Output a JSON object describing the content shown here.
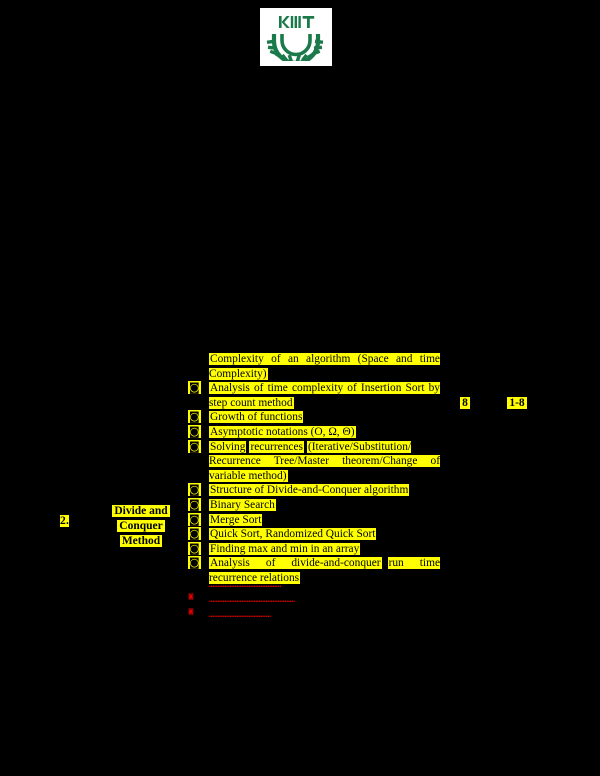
{
  "page": {
    "background_color": "#000000",
    "highlight_color": "#ffff00",
    "text_color": "#000000",
    "annotation_color": "#ee0000"
  },
  "logo": {
    "name": "KIIT",
    "wordmark": "KIIT",
    "color": "#1a7a4a",
    "background": "#ffffff"
  },
  "module": {
    "serial": "2.",
    "title_line1": "Divide and",
    "title_line2": "Conquer",
    "title_line3": "Method",
    "hours": "8",
    "chapter": "1-8"
  },
  "topics": [
    {
      "bullet": "",
      "has_bullet": false,
      "text": "Complexity of an algorithm (Space and time Complexity)"
    },
    {
      "bullet": "◙",
      "has_bullet": true,
      "text": "Analysis of time complexity of Insertion Sort by step count method"
    },
    {
      "bullet": "◙",
      "has_bullet": true,
      "text": "Growth of functions"
    },
    {
      "bullet": "◙",
      "has_bullet": true,
      "text": "Asymptotic notations (O, Ω, Θ)"
    },
    {
      "bullet": "◙",
      "has_bullet": true,
      "text_part1": "Solving",
      "text_part2": "recurrences",
      "text_part3": "(Iterative/Substitution/ Recurrence Tree/Master theorem/Change of variable method)",
      "text": "Solving recurrences (Iterative/Substitution/ Recurrence Tree/Master theorem/Change of variable method)"
    },
    {
      "bullet": "◙",
      "has_bullet": true,
      "text": "Structure of Divide-and-Conquer  algorithm"
    },
    {
      "bullet": "◙",
      "has_bullet": true,
      "text": "Binary Search"
    },
    {
      "bullet": "◙",
      "has_bullet": true,
      "text": "Merge Sort"
    },
    {
      "bullet": "◙",
      "has_bullet": true,
      "text": "Quick Sort, Randomized Quick Sort"
    },
    {
      "bullet": "◙",
      "has_bullet": true,
      "text": "Finding max and min in an array"
    },
    {
      "bullet": "◙",
      "has_bullet": true,
      "text_part1": "Analysis  of  divide-and-conquer",
      "text_part2": "run  time recurrence relations",
      "text": "Analysis of divide-and-conquer run time recurrence relations"
    }
  ],
  "red_notes": [
    {
      "bullet": "",
      "has_bullet": false,
      "text": "••••••••••••••••••••••••••••••••••••••••••"
    },
    {
      "bullet": "◙",
      "has_bullet": true,
      "text": "••••••••••••••••••••••••••••••••••••••••••••••••••"
    },
    {
      "bullet": "◙",
      "has_bullet": true,
      "text": "••••••••••••••••••••••••••••••••••••"
    }
  ]
}
